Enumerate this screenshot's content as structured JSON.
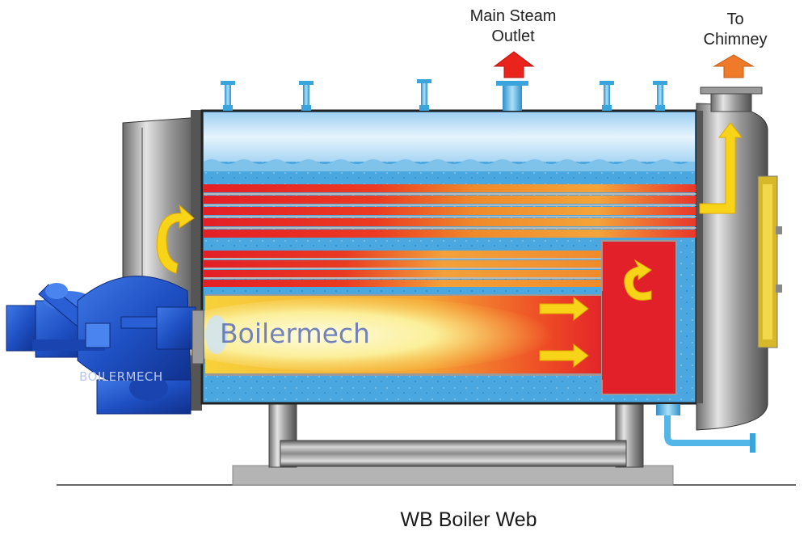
{
  "labels": {
    "steam_line1": "Main Steam",
    "steam_line2": "Outlet",
    "chimney_line1": "To",
    "chimney_line2": "Chimney",
    "caption": "WB Boiler Web"
  },
  "watermarks": {
    "main": "Boilermech",
    "burner": "BOILERMECH"
  },
  "colors": {
    "water": "#4aa7df",
    "steam": "#b8dcf6",
    "flue_tube": "#e2202a",
    "flame_core": "#fbf3b0",
    "flow_arrow": "#f7d418",
    "steam_arrow": "#e8241c",
    "chimney_arrow": "#ef7a2a",
    "burner": "#2154c9",
    "steel": "#8a8a8a"
  }
}
